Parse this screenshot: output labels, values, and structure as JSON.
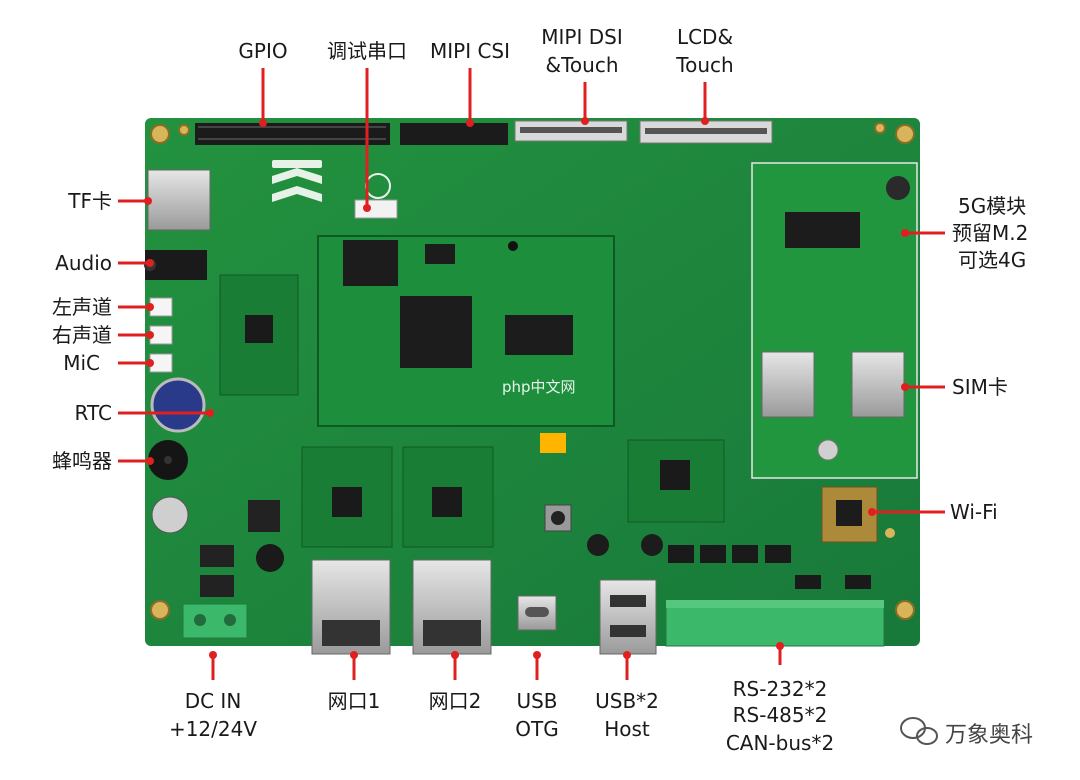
{
  "labels": {
    "gpio": "GPIO",
    "debug_uart": "调试串口",
    "mipi_csi": "MIPI CSI",
    "mipi_dsi": [
      "MIPI DSI",
      "&Touch"
    ],
    "lcd": [
      "LCD&",
      "Touch"
    ],
    "tf": "TF卡",
    "audio": "Audio",
    "left_ch": "左声道",
    "right_ch": "右声道",
    "mic": "MiC",
    "rtc": "RTC",
    "buzzer": "蜂鸣器",
    "g5": [
      "5G模块",
      "预留M.2",
      "可选4G"
    ],
    "sim": "SIM卡",
    "wifi": "Wi-Fi",
    "dcin": [
      "DC IN",
      "+12/24V"
    ],
    "eth1": "网口1",
    "eth2": "网口2",
    "usb_otg": [
      "USB",
      "OTG"
    ],
    "usb_host": [
      "USB*2",
      "Host"
    ],
    "serial": [
      "RS-232*2",
      "RS-485*2",
      "CAN-bus*2"
    ]
  },
  "watermark": {
    "center": "php中文网",
    "brand": "万象奥科"
  },
  "colors": {
    "board": "#1f8a3c",
    "board_dark": "#17702f",
    "leader": "#e02020",
    "terminal": "#3cb86a"
  }
}
